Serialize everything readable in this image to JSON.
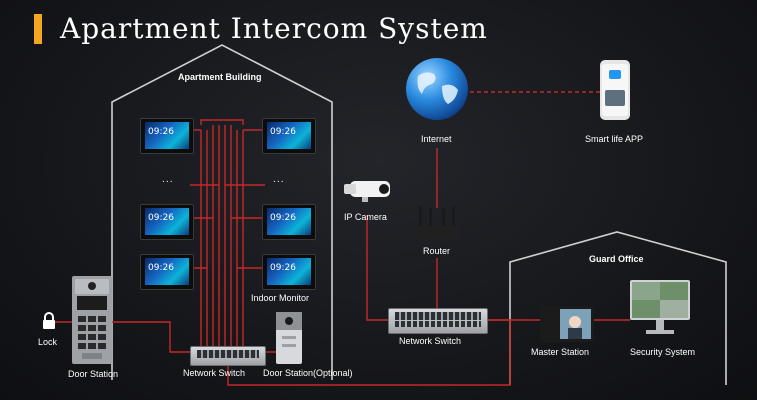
{
  "title": "Apartment Intercom System",
  "colors": {
    "accent": "#f5a623",
    "wire": "#c62828",
    "outline": "#d0d0d0"
  },
  "building": {
    "label": "Apartment Building"
  },
  "monitor_time": "09:26",
  "ellipsis": "...",
  "nodes": {
    "internet": "Internet",
    "smart_app": "Smart life APP",
    "ip_camera": "IP Camera",
    "router": "Router",
    "indoor_monitor": "Indoor Monitor",
    "lock": "Lock",
    "door_station": "Door Station",
    "network_switch_building": "Network Switch",
    "door_station_optional": "Door Station(Optional)",
    "network_switch_center": "Network Switch",
    "master_station": "Master Station",
    "security_system": "Security System"
  },
  "guard_office": {
    "label": "Guard Office"
  },
  "icons": [
    "globe-icon",
    "smartphone-icon",
    "camera-icon",
    "router-icon",
    "lock-icon",
    "monitor-icon",
    "switch-icon",
    "door-station-icon",
    "master-station-icon",
    "security-system-icon"
  ]
}
